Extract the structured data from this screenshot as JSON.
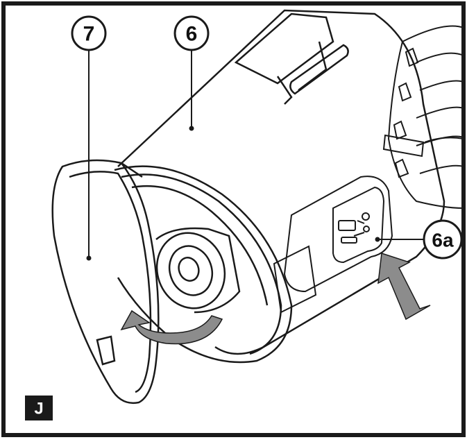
{
  "figure": {
    "panel_letter": "J",
    "callouts": {
      "part_7": "7",
      "part_6": "6",
      "part_6a": "6a"
    },
    "colors": {
      "line": "#1a1a1a",
      "arrow_fill": "#8c8c8c",
      "panel_bg": "#1a1a1a",
      "panel_text": "#ffffff"
    }
  }
}
